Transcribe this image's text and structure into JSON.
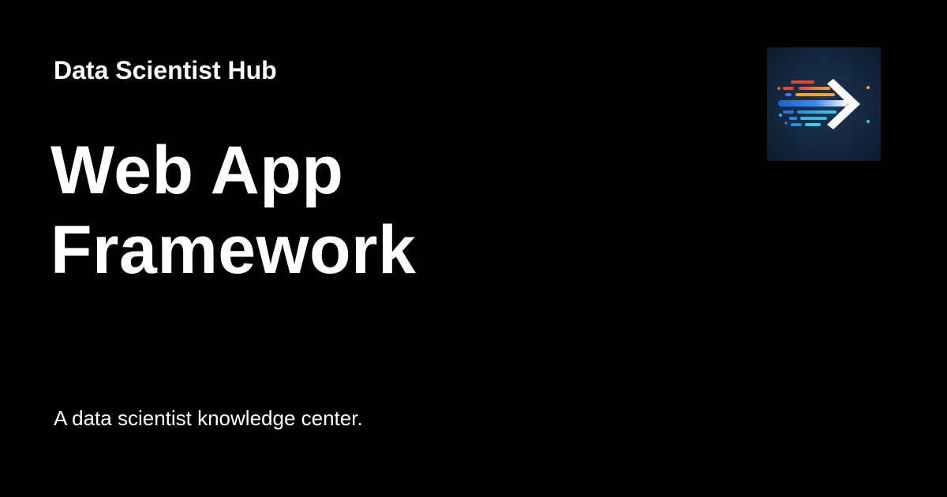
{
  "brand": {
    "site_name": "Data Scientist Hub",
    "logo_icon": "data-stream-arrow-icon",
    "colors": {
      "background": "#000000",
      "text": "#ffffff",
      "logo_background": "#142840"
    }
  },
  "hero": {
    "title_lines": [
      "Web App",
      "Framework"
    ]
  },
  "footer": {
    "tagline": "A data scientist knowledge center."
  }
}
